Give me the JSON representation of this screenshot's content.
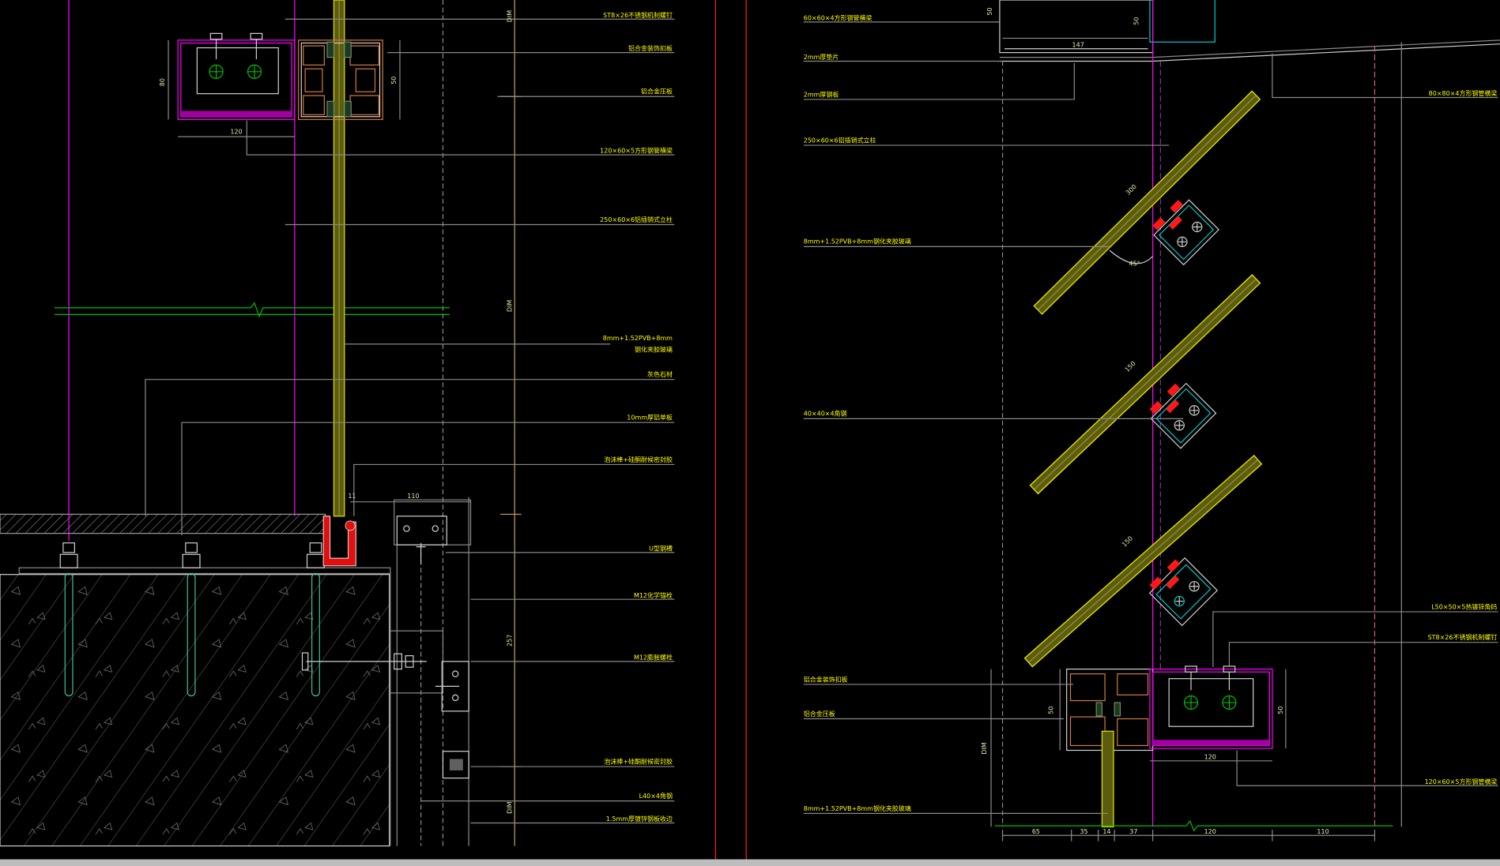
{
  "left_detail": {
    "labels": [
      "ST8×26不锈钢机制螺钉",
      "铝合金装饰扣板",
      "铝合金压板",
      "120×60×5方形钢管横梁",
      "250×60×6铝插销式立柱",
      "8mm+1.52PVB+8mm",
      "钢化夹胶玻璃",
      "灰色石材",
      "10mm厚铝单板",
      "泡沫棒+硅酮耐候密封胶",
      "U型钢槽",
      "M12化学锚栓",
      "M12膨胀螺栓",
      "泡沫棒+硅酮耐候密封胶",
      "L40×4角钢",
      "1.5mm厚镀锌钢板收边"
    ],
    "dimensions": [
      "80",
      "120",
      "50",
      "110",
      "11",
      "DIM",
      "DIM",
      "257",
      "DIM"
    ]
  },
  "right_detail": {
    "labels_left": [
      "60×60×4方形钢管横梁",
      "2mm厚垫片",
      "2mm厚钢板",
      "250×60×6铝插销式立柱",
      "8mm+1.52PVB+8mm钢化夹胶玻璃",
      "40×40×4角钢",
      "铝合金装饰扣板",
      "铝合金压板",
      "8mm+1.52PVB+8mm钢化夹胶玻璃"
    ],
    "labels_right": [
      "80×80×4方形钢管横梁",
      "L50×50×5热镀锌角码",
      "ST8×26不锈钢机制螺钉",
      "120×60×5方形钢管横梁"
    ],
    "dimensions": [
      "50",
      "50",
      "147",
      "300",
      "45°",
      "150",
      "150",
      "50",
      "50",
      "120",
      "DIM",
      "65",
      "35",
      "14",
      "37",
      "120",
      "110"
    ]
  },
  "colors": {
    "background": "#000000",
    "label_text": "#ffff00",
    "glass": "#e6e600",
    "steel_tube": "#ff00ff",
    "sealant": "#ff2020",
    "level_line": "#00c000"
  }
}
